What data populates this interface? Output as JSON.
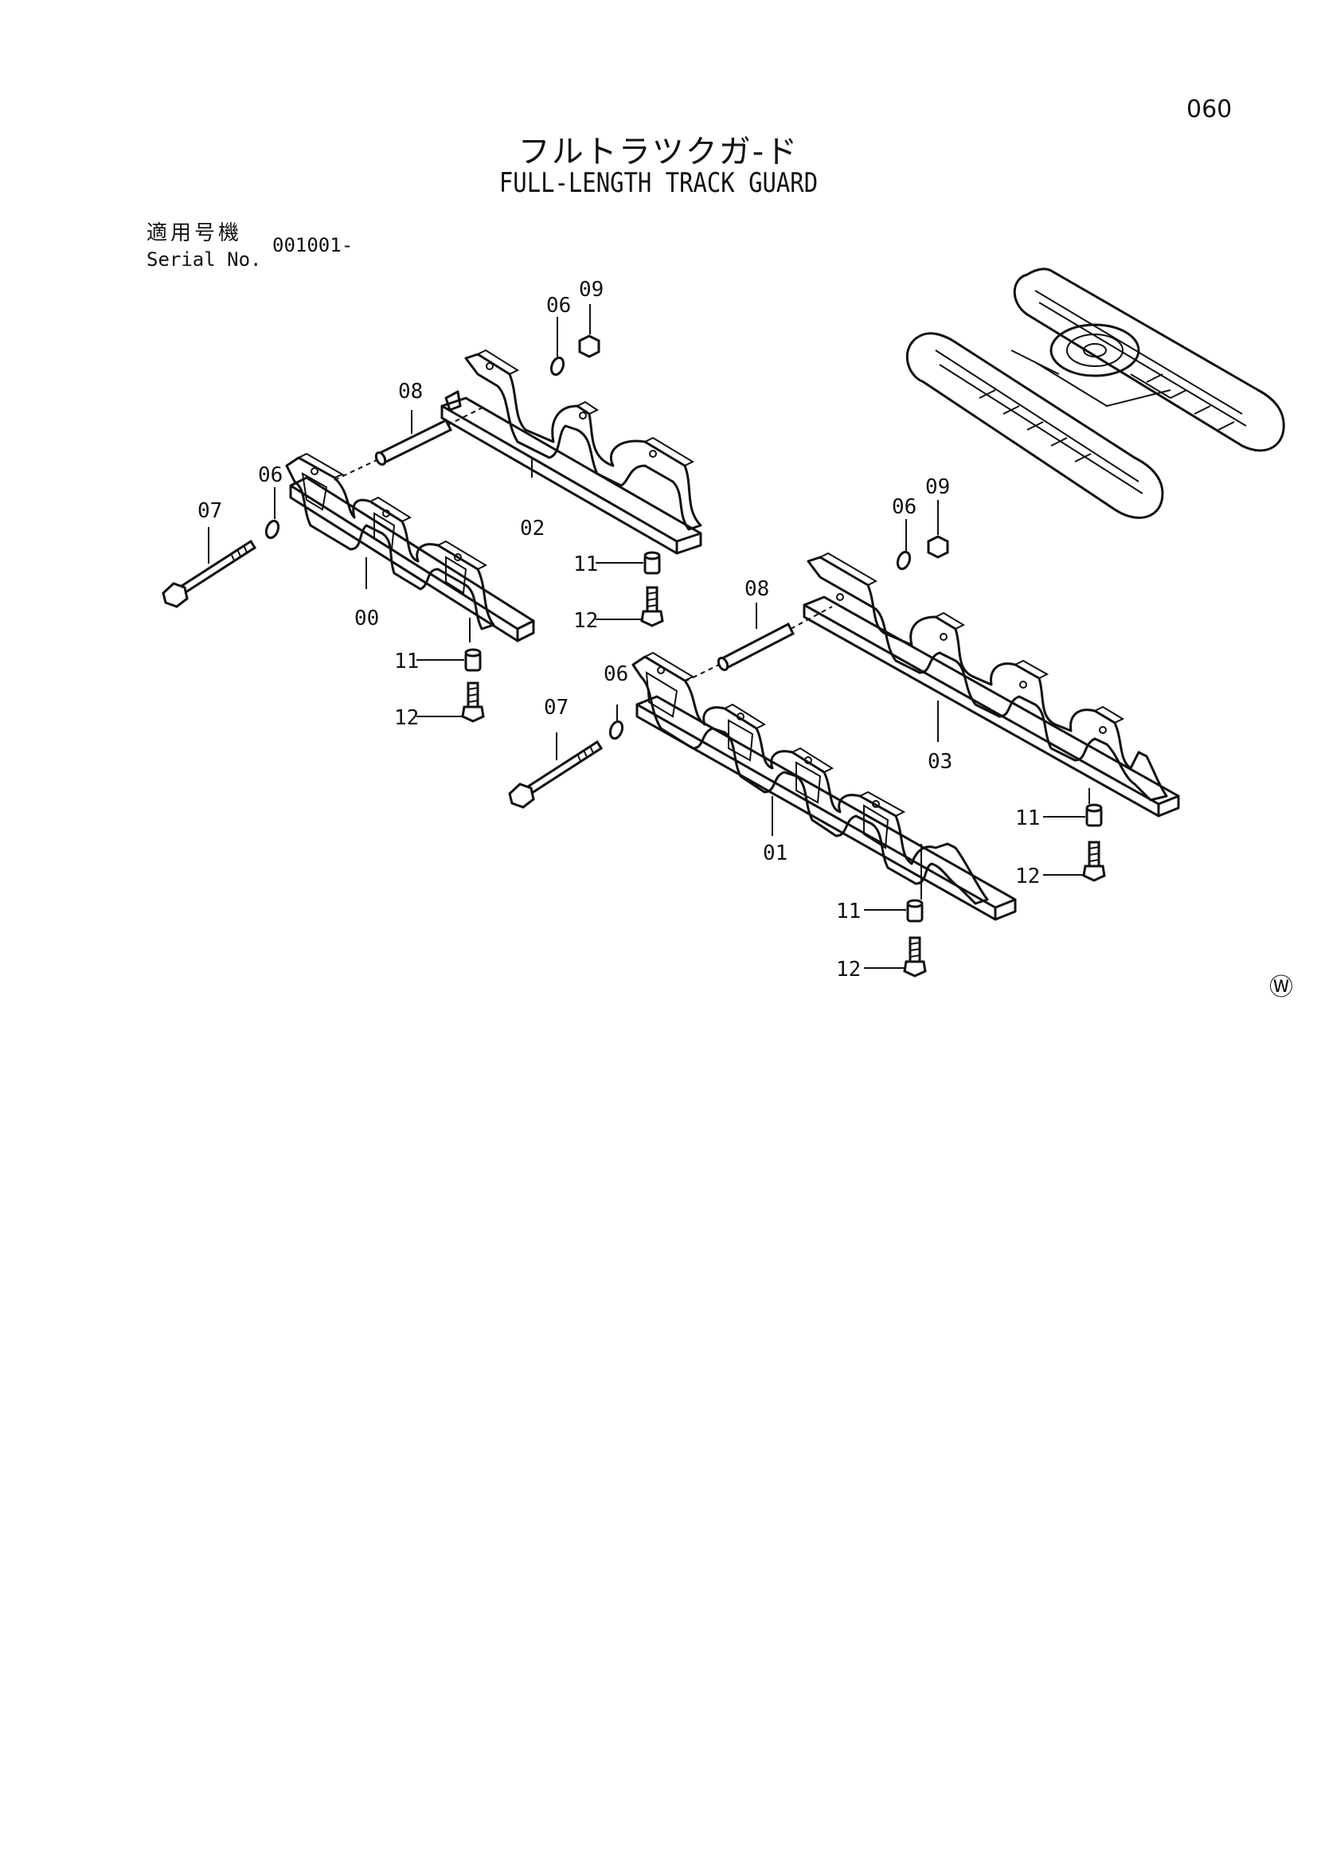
{
  "page_number": "060",
  "title_jp": "フルトラツクガ-ド",
  "title_en": "FULL-LENGTH TRACK GUARD",
  "serial_label_jp": "適用号機",
  "serial_label_en": "Serial No.",
  "serial_value": "001001-",
  "mark": "Ⓦ",
  "callouts": {
    "c00": "00",
    "c01": "01",
    "c02": "02",
    "c03": "03",
    "c06a": "06",
    "c06b": "06",
    "c06c": "06",
    "c06d": "06",
    "c07a": "07",
    "c07b": "07",
    "c08a": "08",
    "c08b": "08",
    "c09a": "09",
    "c09b": "09",
    "c11a": "11",
    "c11b": "11",
    "c11c": "11",
    "c11d": "11",
    "c12a": "12",
    "c12b": "12",
    "c12c": "12",
    "c12d": "12"
  }
}
